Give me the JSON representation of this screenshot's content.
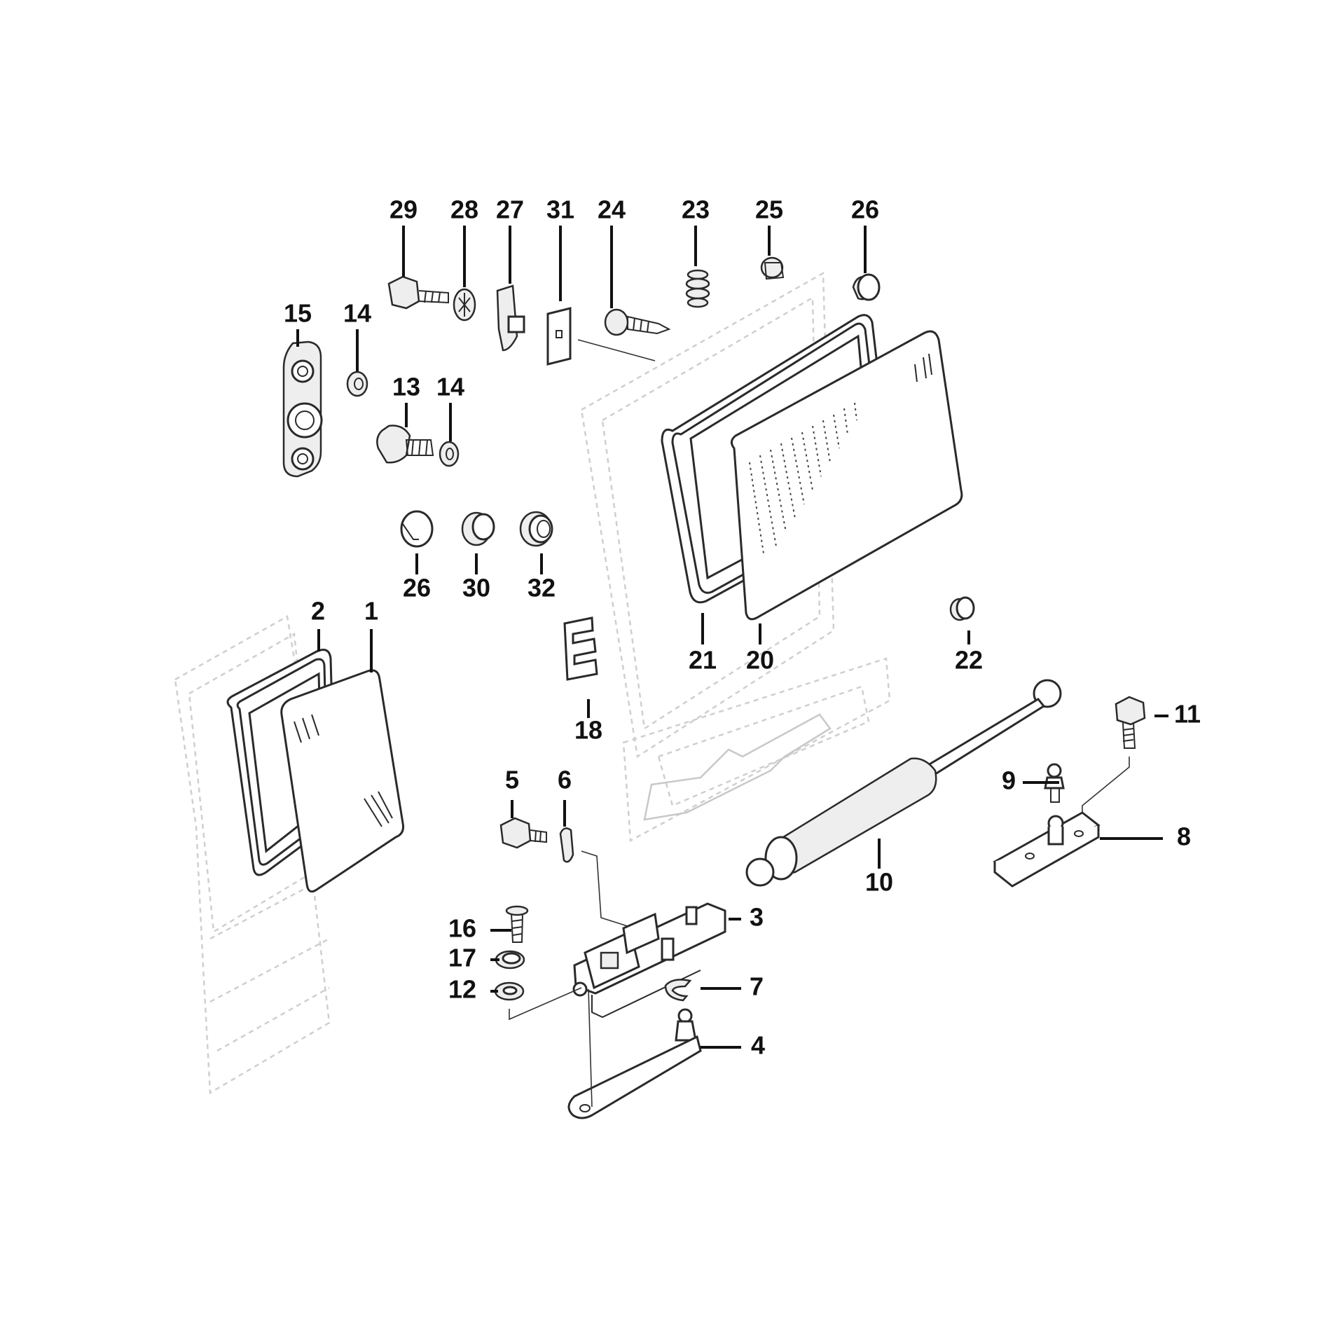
{
  "diagram": {
    "callouts": [
      "1",
      "2",
      "3",
      "4",
      "5",
      "6",
      "7",
      "8",
      "9",
      "10",
      "11",
      "12",
      "13",
      "14",
      "14",
      "15",
      "16",
      "17",
      "18",
      "20",
      "21",
      "22",
      "23",
      "24",
      "25",
      "26",
      "26",
      "27",
      "28",
      "29",
      "30",
      "31",
      "32"
    ]
  }
}
